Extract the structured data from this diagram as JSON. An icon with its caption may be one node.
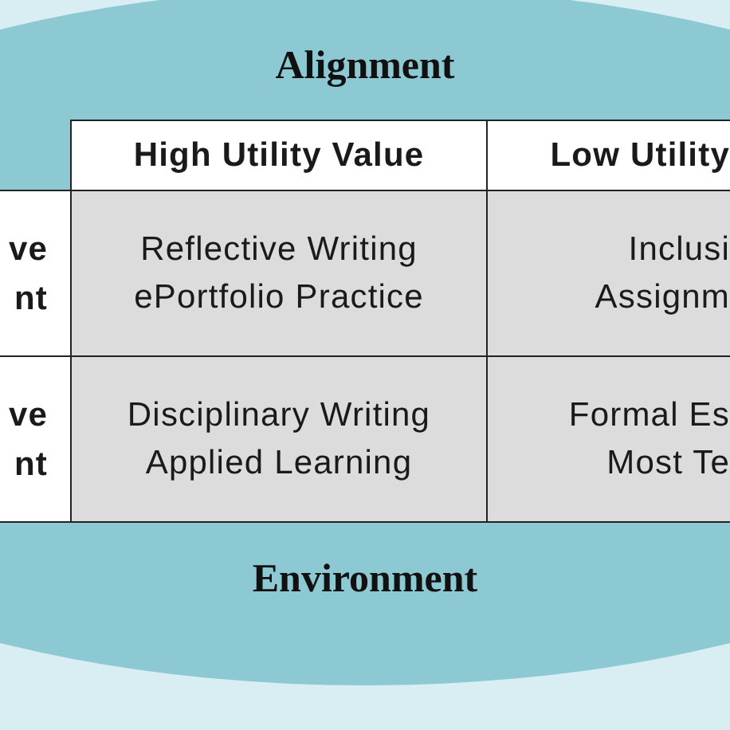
{
  "diagram": {
    "nodes": [
      {
        "text": [
          "Alignment",
          "Environment"
        ]
      }
    ],
    "labels": [
      "High Utility Value",
      "Low Utility",
      "ve nt",
      "Reflective Writing ePortfolio Practice",
      "Inclusi Assignm",
      "ve nt",
      "Disciplinary Writing Applied Learning",
      "Formal Es Most Te"
    ]
  }
}
